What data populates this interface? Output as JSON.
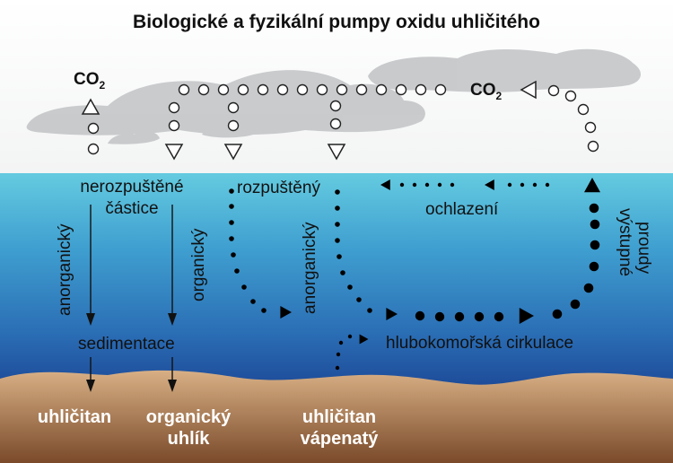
{
  "title": "Biologické a fyzikální pumpy oxidu uhličitého",
  "co2_left": {
    "main": "CO",
    "sub": "2"
  },
  "co2_right": {
    "main": "CO",
    "sub": "2"
  },
  "labels": {
    "nerozpustene": "nerozpuštěné",
    "castice": "částice",
    "rozpusteny": "rozpuštěný",
    "ochlazeni": "ochlazení",
    "anorganicky_left": "anorganický",
    "organicky_mid": "organický",
    "anorganicky_mid": "anorganický",
    "vystupne": "výstupné",
    "proudy": "proudy",
    "sedimentace": "sedimentace",
    "hlubokomorska": "hlubokomořská cirkulace"
  },
  "bottom": {
    "uhlicitan": "uhličitan",
    "organicky": "organický",
    "uhlik": "uhlík",
    "uhlicitan2": "uhličitan",
    "vapenaty": "vápenatý"
  },
  "colors": {
    "sky": "#ffffff",
    "cloud": "#c9cbcd",
    "ocean_top": "#5bc6dc",
    "ocean_bottom": "#1f4f9e",
    "sediment": "#c69a6d",
    "arrow": "#000000"
  }
}
